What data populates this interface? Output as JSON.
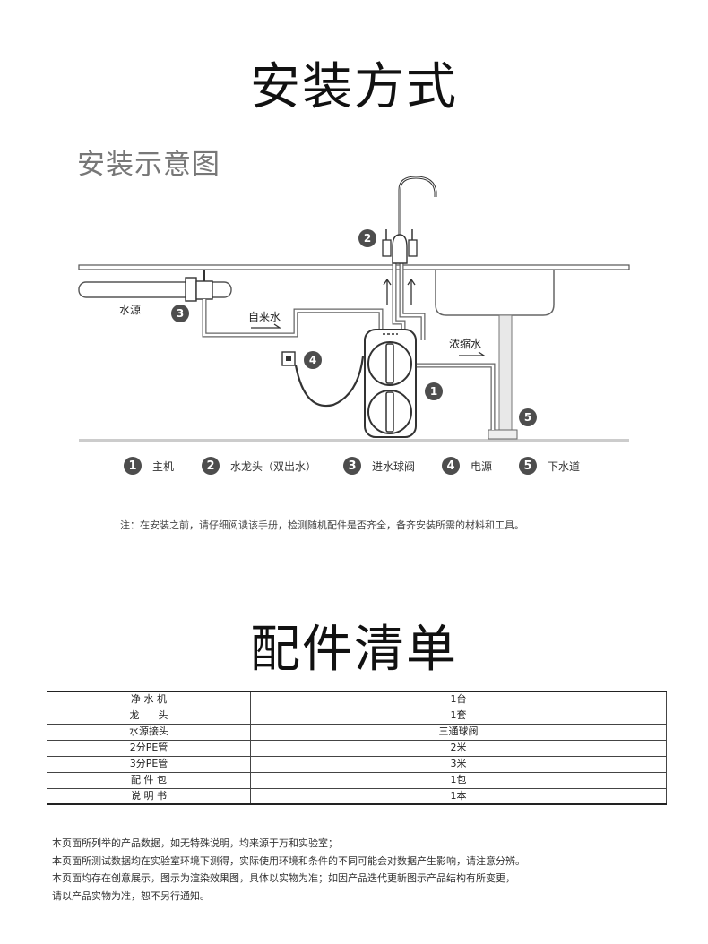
{
  "headings": {
    "installation": "安装方式",
    "diagram": "安装示意图",
    "parts": "配件清单"
  },
  "diagram": {
    "labels": {
      "water_source": "水源",
      "tap_water": "自来水",
      "concentrate": "浓缩水"
    },
    "markers": [
      "1",
      "2",
      "3",
      "4",
      "5"
    ]
  },
  "legend": [
    {
      "num": "1",
      "label": "主机"
    },
    {
      "num": "2",
      "label": "水龙头（双出水）"
    },
    {
      "num": "3",
      "label": "进水球阀"
    },
    {
      "num": "4",
      "label": "电源"
    },
    {
      "num": "5",
      "label": "下水道"
    }
  ],
  "note": "注：在安装之前，请仔细阅读该手册，检测随机配件是否齐全，备齐安装所需的材料和工具。",
  "parts_table": [
    {
      "name": "净 水 机",
      "qty": "1台"
    },
    {
      "name": "龙      头",
      "qty": "1套"
    },
    {
      "name": "水源接头",
      "qty": "三通球阀"
    },
    {
      "name": "2分PE管",
      "qty": "2米"
    },
    {
      "name": "3分PE管",
      "qty": "3米"
    },
    {
      "name": "配 件 包",
      "qty": "1包"
    },
    {
      "name": "说 明 书",
      "qty": "1本"
    }
  ],
  "disclaimer": [
    "本页面所列举的产品数据，如无特殊说明，均来源于万和实验室；",
    "本页面所测试数据均在实验室环境下测得，实际使用环境和条件的不同可能会对数据产生影响，请注意分辨。",
    "本页面均存在创意展示，图示为渲染效果图，具体以实物为准；如因产品迭代更新图示产品结构有所变更，",
    "请以产品实物为准，恕不另行通知。"
  ]
}
